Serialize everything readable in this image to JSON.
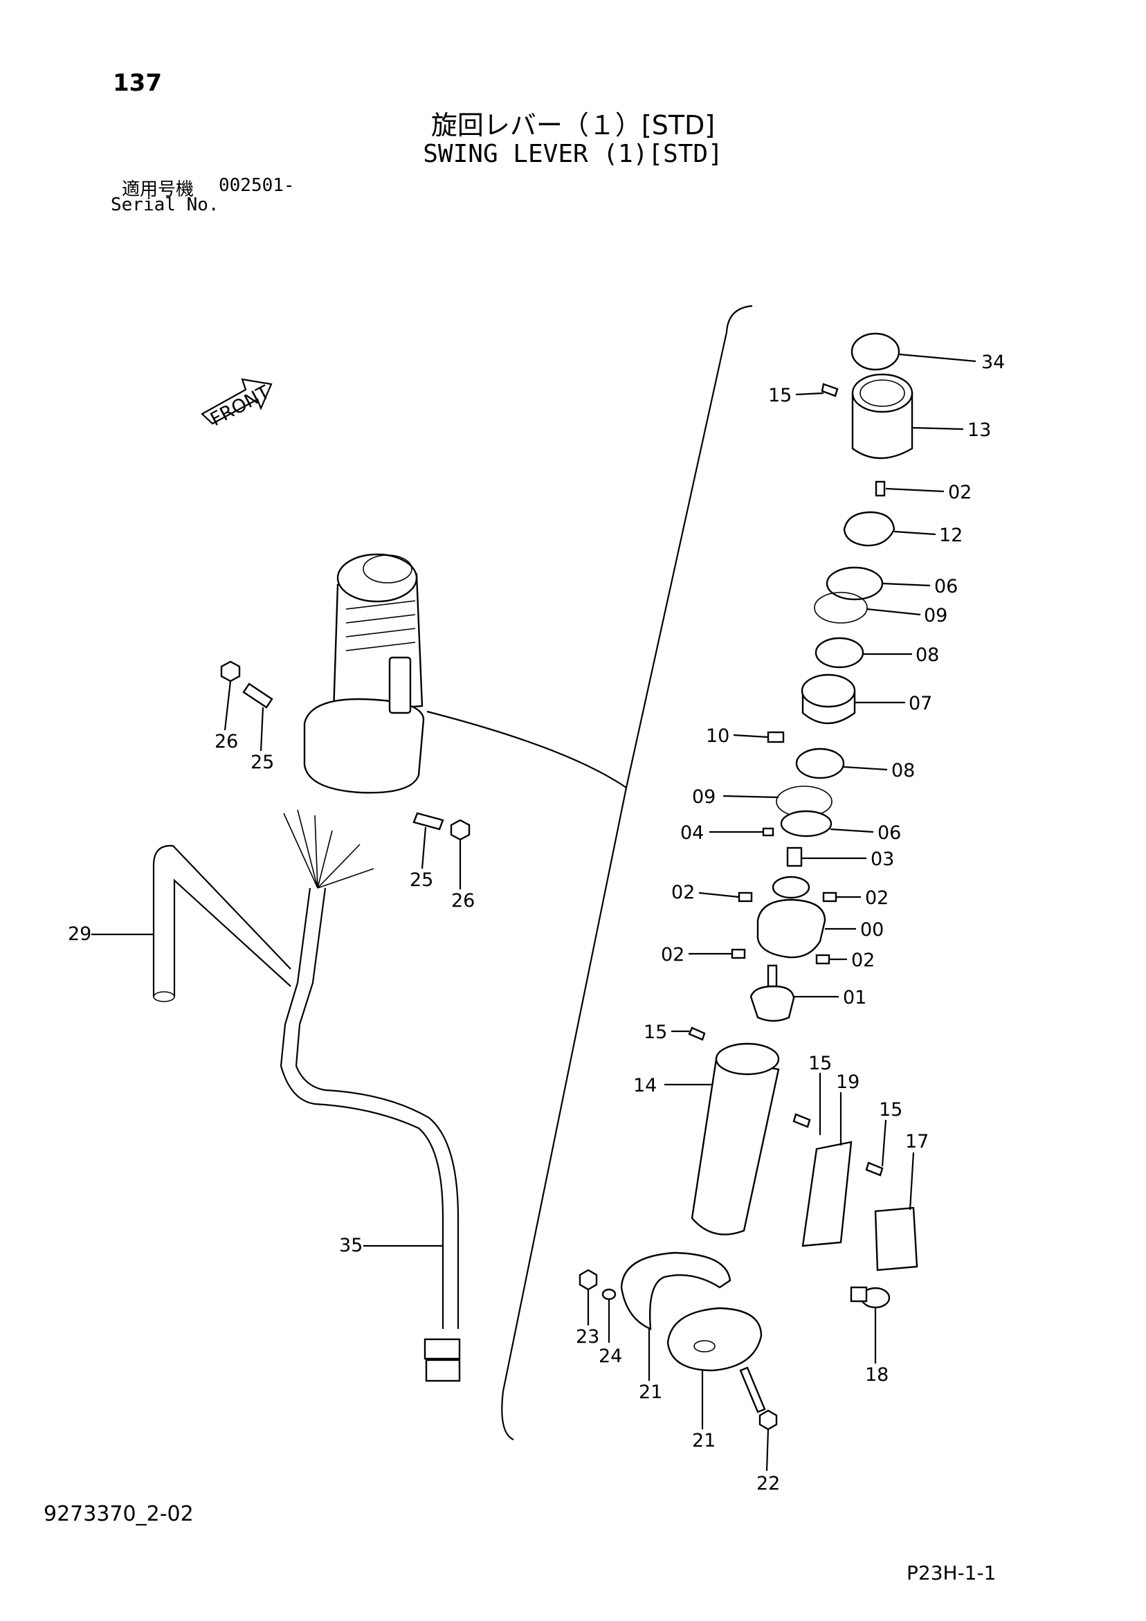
{
  "page": {
    "number": "137",
    "title_jp": "旋回レバー（１）[STD]",
    "title_en": "SWING LEVER (1)[STD]",
    "serial_label_jp": "適用号機",
    "serial_value": "002501-",
    "serial_label_en": "Serial No.",
    "drawing_number": "9273370_2-02",
    "page_ref": "P23H-1-1"
  },
  "front_marker": {
    "text": "FRONT",
    "icon": "arrow-icon"
  },
  "callouts": [
    {
      "id": "c34a",
      "text": "34"
    },
    {
      "id": "c15a",
      "text": "15"
    },
    {
      "id": "c13",
      "text": "13"
    },
    {
      "id": "c02a",
      "text": "02"
    },
    {
      "id": "c12",
      "text": "12"
    },
    {
      "id": "c06a",
      "text": "06"
    },
    {
      "id": "c09a",
      "text": "09"
    },
    {
      "id": "c08a",
      "text": "08"
    },
    {
      "id": "c07",
      "text": "07"
    },
    {
      "id": "c10",
      "text": "10"
    },
    {
      "id": "c08b",
      "text": "08"
    },
    {
      "id": "c09b",
      "text": "09"
    },
    {
      "id": "c04",
      "text": "04"
    },
    {
      "id": "c06b",
      "text": "06"
    },
    {
      "id": "c03",
      "text": "03"
    },
    {
      "id": "c02b",
      "text": "02"
    },
    {
      "id": "c02c",
      "text": "02"
    },
    {
      "id": "c00",
      "text": "00"
    },
    {
      "id": "c02d",
      "text": "02"
    },
    {
      "id": "c02e",
      "text": "02"
    },
    {
      "id": "c01",
      "text": "01"
    },
    {
      "id": "c15b",
      "text": "15"
    },
    {
      "id": "c14",
      "text": "14"
    },
    {
      "id": "c15c",
      "text": "15"
    },
    {
      "id": "c19",
      "text": "19"
    },
    {
      "id": "c15d",
      "text": "15"
    },
    {
      "id": "c17",
      "text": "17"
    },
    {
      "id": "c23",
      "text": "23"
    },
    {
      "id": "c24",
      "text": "24"
    },
    {
      "id": "c21a",
      "text": "21"
    },
    {
      "id": "c21b",
      "text": "21"
    },
    {
      "id": "c22",
      "text": "22"
    },
    {
      "id": "c18",
      "text": "18"
    },
    {
      "id": "c26a",
      "text": "26"
    },
    {
      "id": "c25a",
      "text": "25"
    },
    {
      "id": "c25b",
      "text": "25"
    },
    {
      "id": "c26b",
      "text": "26"
    },
    {
      "id": "c29",
      "text": "29"
    },
    {
      "id": "c35",
      "text": "35"
    }
  ]
}
